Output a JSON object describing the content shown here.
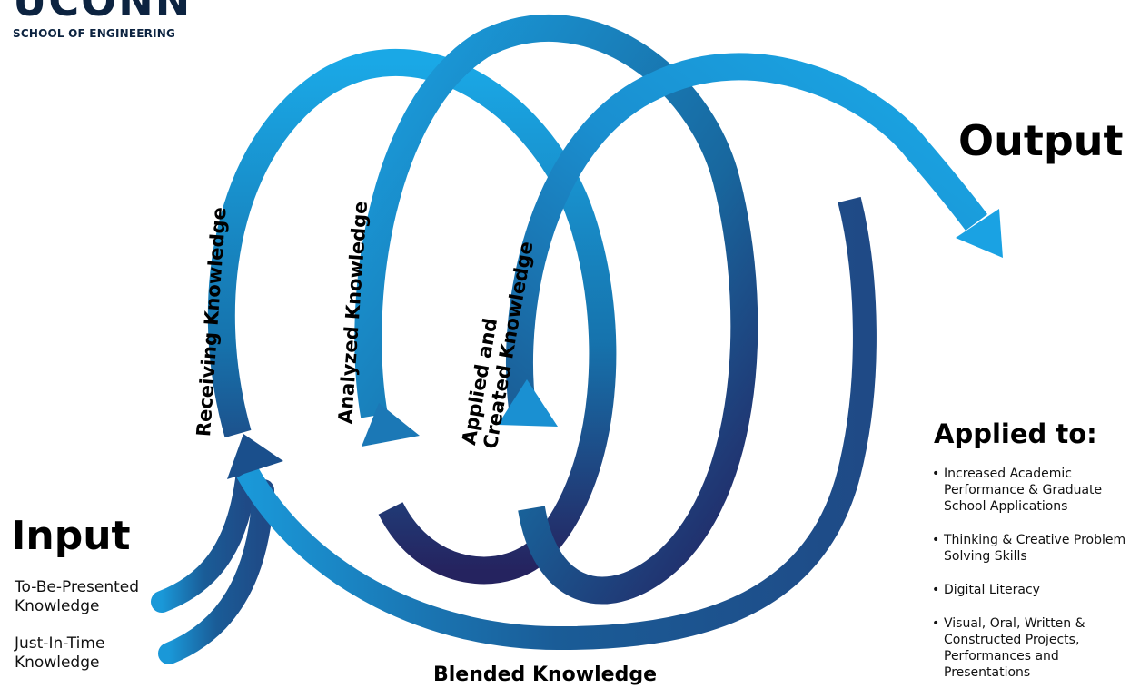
{
  "logo": {
    "wordmark": "UCONN",
    "subtitle": "SCHOOL OF ENGINEERING"
  },
  "input": {
    "title": "Input",
    "items": [
      "To-Be-Presented Knowledge",
      "Just-In-Time Knowledge"
    ]
  },
  "output": {
    "title": "Output"
  },
  "loops": {
    "receiving": "Receiving Knowledge",
    "analyzed": "Analyzed Knowledge",
    "applied_line1": "Applied and",
    "applied_line2": "Created Knowledge",
    "blended": "Blended Knowledge"
  },
  "applied_to": {
    "title": "Applied to:",
    "items": [
      "Increased Academic Performance & Graduate School Applications",
      "Thinking & Creative Problem Solving Skills",
      "Digital Literacy",
      "Visual, Oral, Written & Constructed Projects, Performances and Presentations"
    ]
  },
  "colors": {
    "arrow_light": "#1aa2e3",
    "arrow_dark": "#24205f",
    "logo": "#0c2340"
  }
}
